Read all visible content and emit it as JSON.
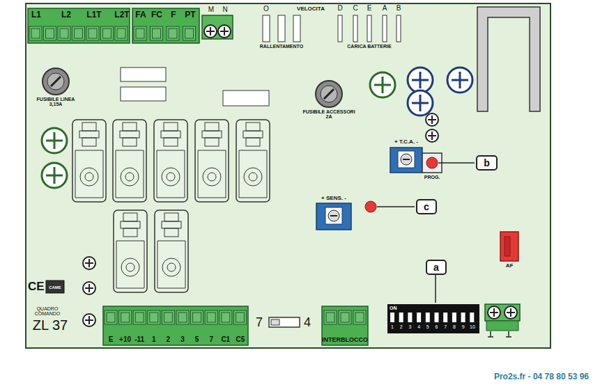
{
  "diagram": {
    "nodes": [
      {
        "text": [
          "a"
        ]
      },
      {
        "text": [
          "b"
        ]
      },
      {
        "text": [
          "c"
        ]
      }
    ],
    "labels": [
      "L1",
      "L2",
      "L1T",
      "L2T",
      "FA",
      "FC",
      "F",
      "PT",
      "M",
      "N",
      "O",
      "VELOCITA",
      "RALLENTAMENTO",
      "D",
      "C",
      "E",
      "A",
      "B",
      "CARICA BATTERIE",
      "FUSIBILE LINEA 3,15A",
      "FUSIBILE ACCESSORI 2A",
      "+ T.C.A. -",
      "PROG.",
      "+ SENS. -",
      "AF",
      "ON",
      "1",
      "2",
      "3",
      "4",
      "5",
      "6",
      "7",
      "8",
      "9",
      "10",
      "CE",
      "CAME",
      "QUADRO COMANDO",
      "ZL 37",
      "E",
      "+10",
      "-11",
      "1",
      "2",
      "3",
      "5",
      "7",
      "C1",
      "C5",
      "7",
      "4",
      "INTERBLOCCO",
      "Pro2s.fr - 04 78 80 53 96"
    ]
  }
}
